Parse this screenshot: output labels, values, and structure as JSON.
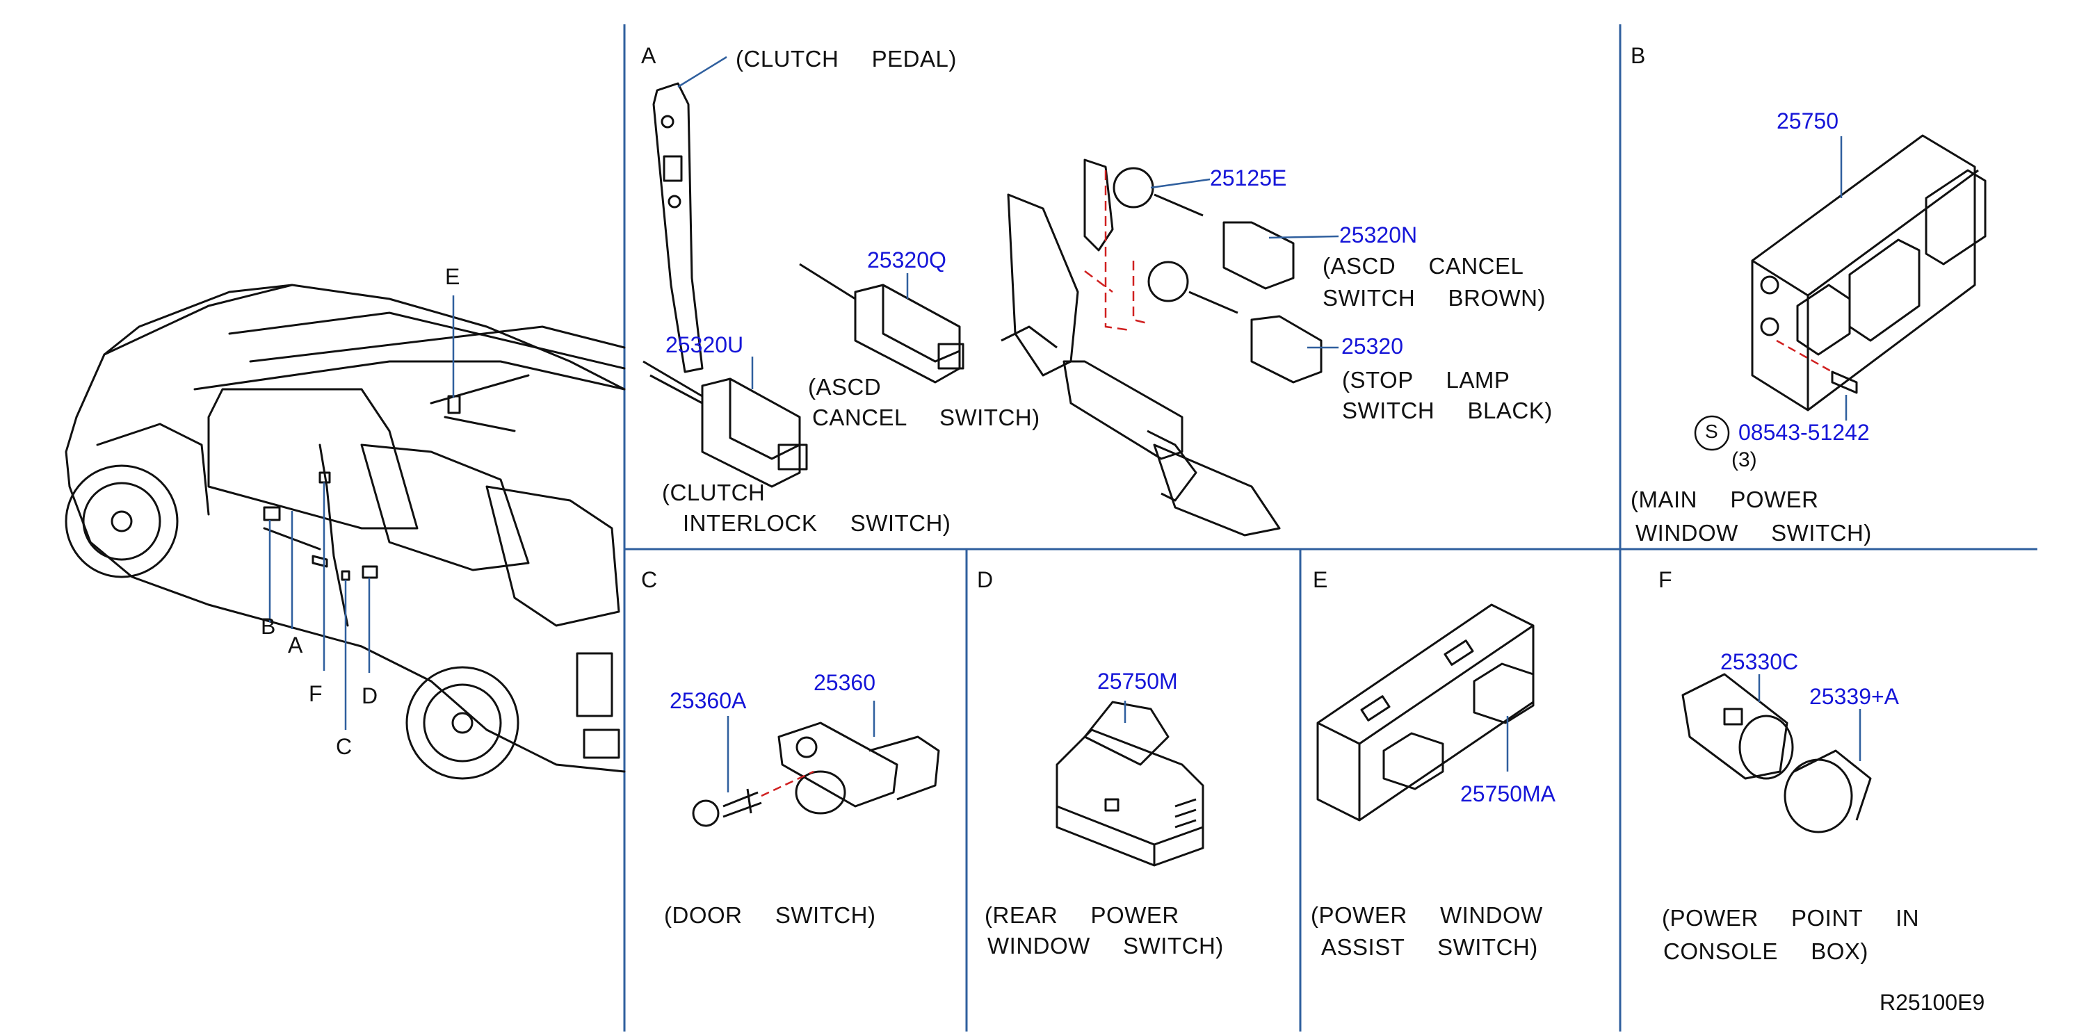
{
  "colors": {
    "line": "#111111",
    "part_number": "#1515d8",
    "divider": "#2f5f9e",
    "alignment": "#d02020"
  },
  "vehicle_keys": [
    "E",
    "B",
    "A",
    "F",
    "D",
    "C"
  ],
  "sections": {
    "A": {
      "letter": "A",
      "parts": [
        "25320U",
        "25320Q",
        "25125E",
        "25320N",
        "25320"
      ],
      "captions": {
        "clutch_pedal": "(CLUTCH  PEDAL)",
        "ascd_cancel_1": "(ASCD",
        "ascd_cancel_2": "CANCEL  SWITCH)",
        "clutch_interlock_1": "(CLUTCH",
        "clutch_interlock_2": "INTERLOCK  SWITCH)",
        "ascd_brown_1": "(ASCD  CANCEL",
        "ascd_brown_2": "SWITCH  BROWN)",
        "stop_lamp_1": "(STOP  LAMP",
        "stop_lamp_2": "SWITCH  BLACK)"
      }
    },
    "B": {
      "letter": "B",
      "parts": [
        "25750",
        "08543-51242"
      ],
      "screw_symbol": "S",
      "quantity": "(3)",
      "caption_1": "(MAIN  POWER",
      "caption_2": "WINDOW  SWITCH)"
    },
    "C": {
      "letter": "C",
      "parts": [
        "25360A",
        "25360"
      ],
      "caption": "(DOOR  SWITCH)"
    },
    "D": {
      "letter": "D",
      "parts": [
        "25750M"
      ],
      "caption_1": "(REAR  POWER",
      "caption_2": "WINDOW  SWITCH)"
    },
    "E": {
      "letter": "E",
      "parts": [
        "25750MA"
      ],
      "caption_1": "(POWER  WINDOW",
      "caption_2": "ASSIST  SWITCH)"
    },
    "F": {
      "letter": "F",
      "parts": [
        "25330C",
        "25339+A"
      ],
      "caption_1": "(POWER  POINT  IN",
      "caption_2": "CONSOLE  BOX)"
    }
  },
  "reference_code": "R25100E9"
}
